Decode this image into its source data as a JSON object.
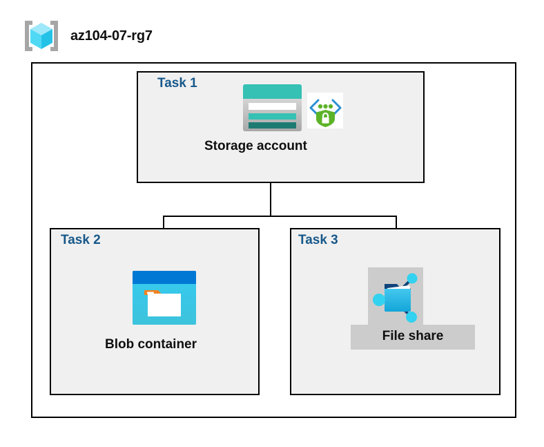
{
  "resource_group": {
    "name": "az104-07-rg7",
    "icon": "resource-group-cube-icon"
  },
  "diagram": {
    "type": "azure-architecture",
    "tasks": [
      {
        "id": "task1",
        "label": "Task 1",
        "node_label": "Storage account",
        "icons": [
          "storage-account-icon",
          "secure-endpoint-shield-icon"
        ],
        "highlighted": false
      },
      {
        "id": "task2",
        "label": "Task 2",
        "node_label": "Blob container",
        "icons": [
          "blob-container-icon"
        ],
        "highlighted": false
      },
      {
        "id": "task3",
        "label": "Task 3",
        "node_label": "File share",
        "icons": [
          "file-share-icon"
        ],
        "highlighted": true
      }
    ],
    "connections": [
      {
        "from": "Storage account",
        "to": "Blob container"
      },
      {
        "from": "Storage account",
        "to": "File share"
      }
    ]
  },
  "colors": {
    "task_label": "#17588a",
    "task_box_fill": "#f0f0f0",
    "border": "#000000",
    "highlight_background": "#cccccc",
    "storage_teal": "#35c1b4",
    "storage_teal_dark": "#1f7a72",
    "blob_blue": "#0078d4",
    "blob_cyan": "#32c8f0",
    "blob_orange": "#f08222",
    "shield_green": "#5cb327",
    "cube_cyan": "#32d2f0",
    "bracket_gray": "#a6a6a6"
  }
}
